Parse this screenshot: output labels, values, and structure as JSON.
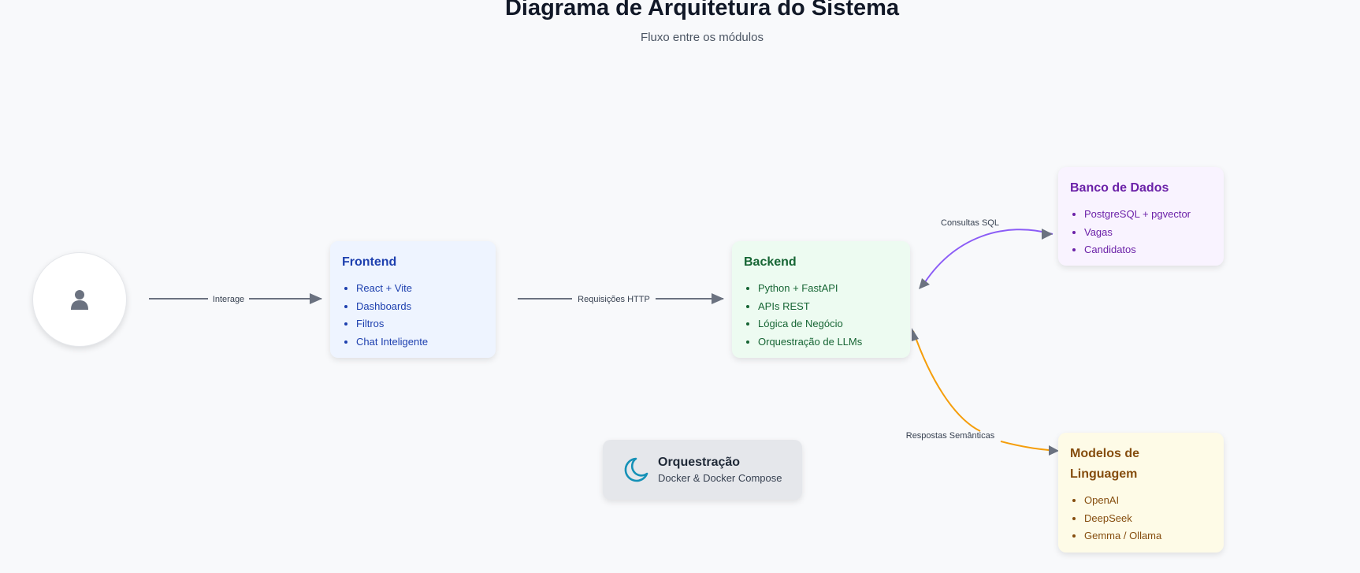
{
  "page": {
    "title": "Diagrama de Arquitetura do Sistema",
    "subtitle": "Fluxo entre os módulos"
  },
  "icons": {
    "user": "user-icon",
    "orchestration": "moon-icon"
  },
  "nodes": {
    "frontend": {
      "title": "Frontend",
      "items": [
        "React + Vite",
        "Dashboards",
        "Filtros",
        "Chat Inteligente"
      ],
      "color": "#1e40af",
      "background": "#eef4ff"
    },
    "backend": {
      "title": "Backend",
      "items": [
        "Python + FastAPI",
        "APIs REST",
        "Lógica de Negócio",
        "Orquestração de LLMs"
      ],
      "color": "#166534",
      "background": "#edfbf1"
    },
    "database": {
      "title": "Banco de Dados",
      "items": [
        "PostgreSQL + pgvector",
        "Vagas",
        "Candidatos"
      ],
      "color": "#6b21a8",
      "background": "#f9f3ff"
    },
    "models": {
      "title_line1": "Modelos de",
      "title_line2": "Linguagem",
      "items": [
        "OpenAI",
        "DeepSeek",
        "Gemma / Ollama"
      ],
      "color": "#854d0e",
      "background": "#fefbe7"
    },
    "orchestration": {
      "title": "Orquestração",
      "subtitle": "Docker & Docker Compose",
      "icon_color": "#1591b7"
    }
  },
  "edges": {
    "user_frontend": "Interage",
    "frontend_backend": "Requisições HTTP",
    "backend_database": "Consultas SQL",
    "models_backend": "Respostas Semânticas"
  },
  "colors": {
    "arrow": "#6b7280",
    "sql_edge": "#8b5cf6",
    "semantic_edge": "#f59e0b"
  }
}
